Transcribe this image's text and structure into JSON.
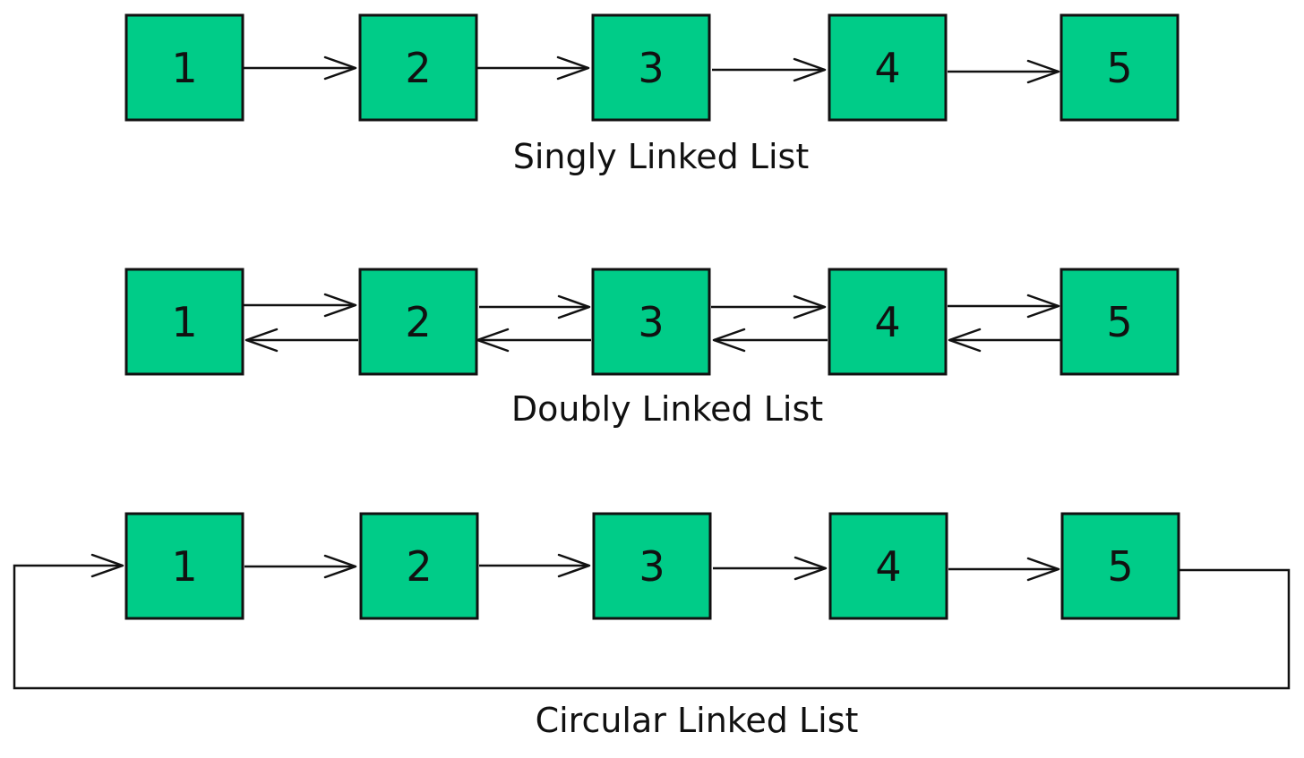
{
  "colors": {
    "node_fill": "#00cc88",
    "stroke": "#111111",
    "background": "#ffffff"
  },
  "lists": [
    {
      "caption": "Singly Linked List",
      "type": "singly",
      "nodes": [
        "1",
        "2",
        "3",
        "4",
        "5"
      ]
    },
    {
      "caption": "Doubly Linked List",
      "type": "doubly",
      "nodes": [
        "1",
        "2",
        "3",
        "4",
        "5"
      ]
    },
    {
      "caption": "Circular Linked List",
      "type": "circular",
      "nodes": [
        "1",
        "2",
        "3",
        "4",
        "5"
      ]
    }
  ]
}
